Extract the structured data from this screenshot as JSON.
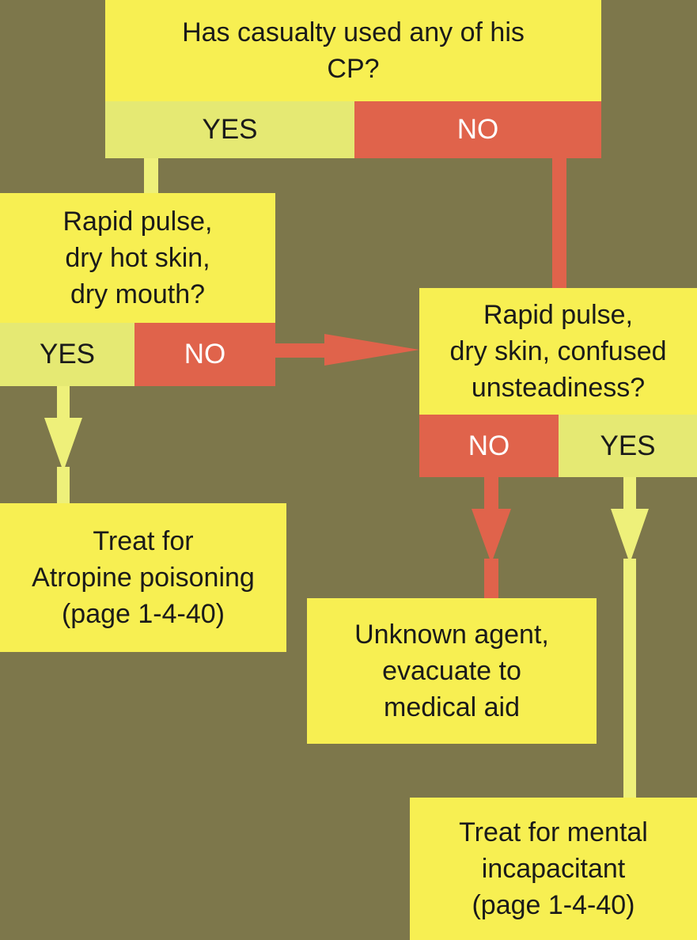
{
  "colors": {
    "background": "#7d774b",
    "box": "#f7ef52",
    "yes": "#e5e973",
    "no": "#e0634b",
    "yes_connector": "#eef07a",
    "no_connector": "#e0634b"
  },
  "q1": {
    "lines": [
      "Has casualty used any of his",
      "CP?"
    ],
    "yes": "YES",
    "no": "NO"
  },
  "q2": {
    "lines": [
      "Rapid pulse,",
      "dry hot skin,",
      "dry mouth?"
    ],
    "yes": "YES",
    "no": "NO"
  },
  "q3": {
    "lines": [
      "Rapid pulse,",
      "dry skin, confused",
      "unsteadiness?"
    ],
    "no": "NO",
    "yes": "YES"
  },
  "outcome_atropine": {
    "lines": [
      "Treat for",
      "Atropine poisoning",
      "(page 1-4-40)"
    ]
  },
  "outcome_unknown": {
    "lines": [
      "Unknown agent,",
      "evacuate to",
      "medical aid"
    ]
  },
  "outcome_mental": {
    "lines": [
      "Treat for mental",
      "incapacitant",
      "(page 1-4-40)"
    ]
  }
}
